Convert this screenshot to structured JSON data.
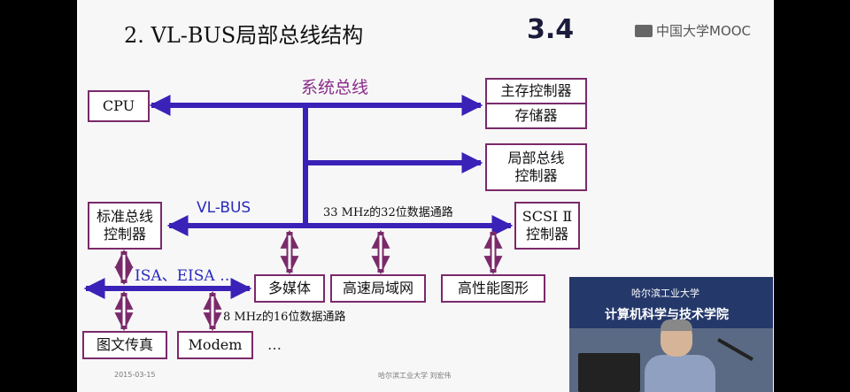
{
  "slide": {
    "title": "2. VL-BUS局部总线结构",
    "section_number": "3.4",
    "brand": "中国大学MOOC",
    "footer_date": "2015-03-15",
    "footer_center": "哈尔滨工业大学   刘宏伟"
  },
  "diagram": {
    "system_bus_label": "系统总线",
    "vl_bus_label": "VL-BUS",
    "vl_bus_spec": "33 MHz的32位数据通路",
    "isa_label": "ISA、EISA …",
    "isa_spec": "8 MHz的16位数据通路",
    "ellipsis": "…",
    "boxes": {
      "cpu": "CPU",
      "main_memory_controller": "主存控制器",
      "memory": "存储器",
      "local_bus_controller_1": "局部总线",
      "local_bus_controller_2": "控制器",
      "std_bus_controller_1": "标准总线",
      "std_bus_controller_2": "控制器",
      "scsi_1": "SCSI Ⅱ",
      "scsi_2": "控制器",
      "multimedia": "多媒体",
      "lan": "高速局域网",
      "graphics": "高性能图形",
      "fax": "图文传真",
      "modem": "Modem"
    }
  },
  "video": {
    "banner_line1": "哈尔滨工业大学",
    "banner_line2": "计算机科学与技术学院"
  },
  "colors": {
    "bus": "#3a22b8",
    "box_border": "#7a2a6a",
    "label_blue": "#2a2ac0",
    "system_bus_label": "#8a2a8a"
  }
}
